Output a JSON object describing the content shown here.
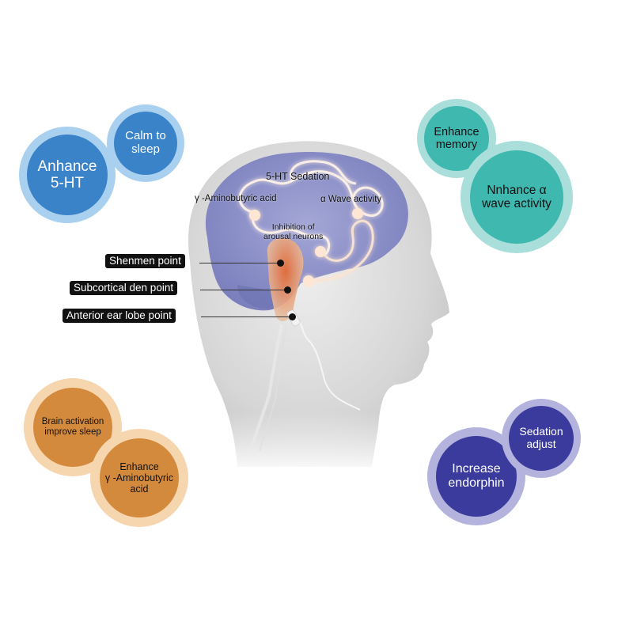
{
  "bubbles": {
    "top_left": {
      "color": "#3a83c8",
      "ring_color": "#a9d0ef",
      "large": {
        "line1": "Anhance",
        "line2": "5-HT"
      },
      "small": {
        "line1": "Calm to",
        "line2": "sleep"
      }
    },
    "top_right": {
      "color": "#3fb8b0",
      "ring_color": "#a9dedb",
      "small": {
        "line1": "Enhance",
        "line2": "memory"
      },
      "large": {
        "line1": "Nnhance α",
        "line2": "wave activity"
      }
    },
    "bottom_left": {
      "color": "#d48a3c",
      "ring_color": "#f6d6ae",
      "small": {
        "line1": "Brain activation",
        "line2": "improve sleep"
      },
      "large": {
        "line1": "Enhance",
        "line2": "γ -Aminobutyric",
        "line3": "acid"
      }
    },
    "bottom_right": {
      "color": "#3b3b9e",
      "ring_color": "#b3b3de",
      "small": {
        "line1": "Sedation",
        "line2": "adjust"
      },
      "large": {
        "line1": "Increase",
        "line2": "endorphin"
      }
    }
  },
  "brain_labels": {
    "serotonin": "5-HT Sedation",
    "gaba": "γ -Aminobutyric acid",
    "alpha": "α Wave activity",
    "inhibition_line1": "Inhibition of",
    "inhibition_line2": "arousal neurons"
  },
  "ear_points": [
    {
      "label": "Shenmen point"
    },
    {
      "label": "Subcortical den point"
    },
    {
      "label": "Anterior ear lobe point"
    }
  ],
  "colors": {
    "brain": "#8e92c8",
    "glow": "#f4a06a",
    "head": "#d8d8d8",
    "ear": "#e0744a"
  }
}
